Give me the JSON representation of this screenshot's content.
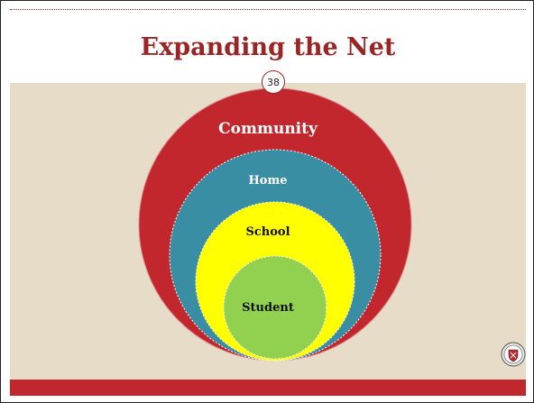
{
  "slide": {
    "title": "Expanding the Net",
    "number": "38"
  },
  "diagram": {
    "rings": [
      {
        "label": "Community",
        "color": "#c1272d"
      },
      {
        "label": "Home",
        "color": "#3a8ea4"
      },
      {
        "label": "School",
        "color": "#ffff00"
      },
      {
        "label": "Student",
        "color": "#92d050"
      }
    ]
  },
  "colors": {
    "accent": "#c0282e",
    "title": "#9b2525",
    "content_background": "#e6dcc8"
  },
  "icons": {
    "seal": "university-seal-icon"
  }
}
